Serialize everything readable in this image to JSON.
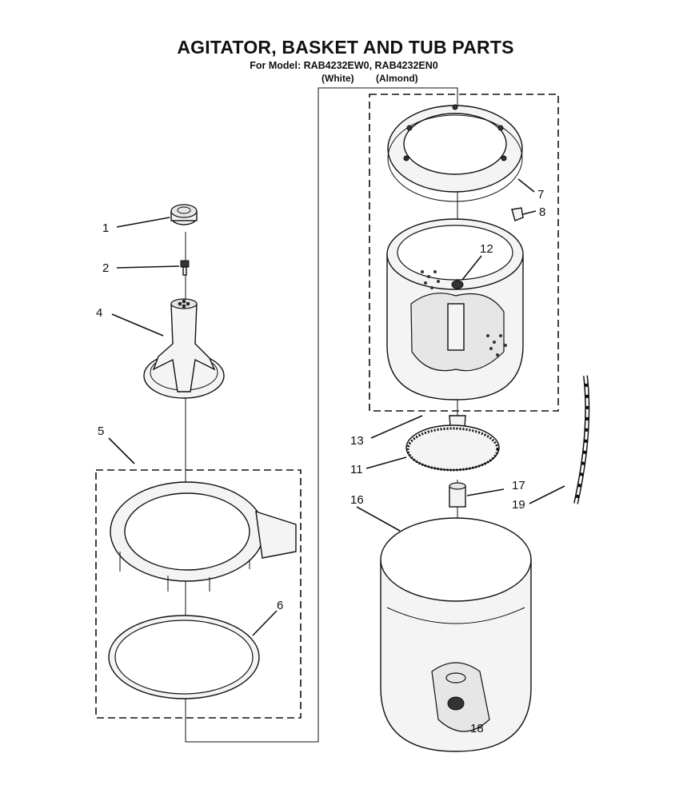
{
  "title": "AGITATOR, BASKET AND TUB PARTS",
  "subtitle": "For Model: RAB4232EW0, RAB4232EN0",
  "variants": [
    "(White)",
    "(Almond)"
  ],
  "callouts": {
    "c1": "1",
    "c2": "2",
    "c4": "4",
    "c5": "5",
    "c6": "6",
    "c7": "7",
    "c8": "8",
    "c11": "11",
    "c12": "12",
    "c13": "13",
    "c16": "16",
    "c17": "17",
    "c18": "18",
    "c19": "19"
  }
}
